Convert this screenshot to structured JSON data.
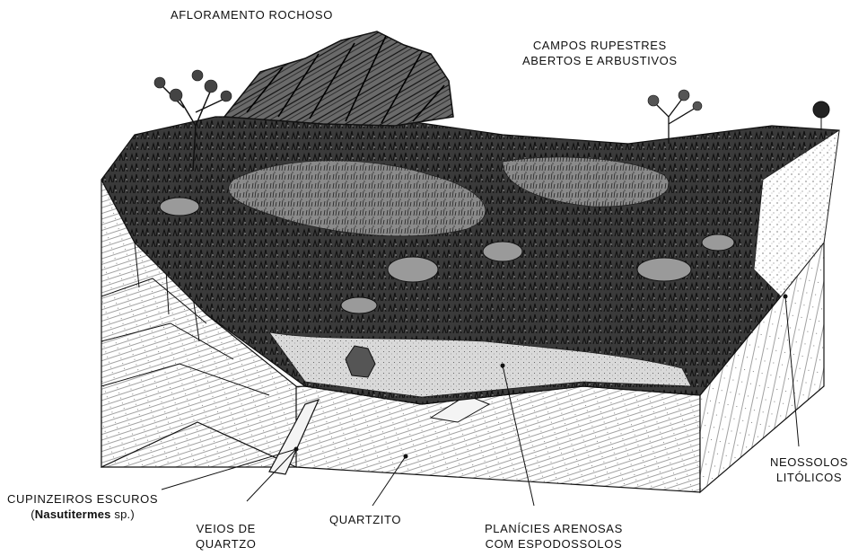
{
  "labels": {
    "afloramento": "AFLORAMENTO ROCHOSO",
    "campos_line1": "CAMPOS RUPESTRES",
    "campos_line2": "ABERTOS E ARBUSTIVOS",
    "cupinzeiros_line1": "CUPINZEIROS ESCUROS",
    "cupinzeiros_genus": "Nasutitermes",
    "cupinzeiros_species": "sp.",
    "veios_line1": "VEIOS DE",
    "veios_line2": "QUARTZO",
    "quartzito": "QUARTZITO",
    "planicies_line1": "PLANÍCIES ARENOSAS",
    "planicies_line2": "COM ESPODOSSOLOS",
    "neossolos_line1": "NEOSSOLOS",
    "neossolos_line2": "LITÓLICOS"
  },
  "colors": {
    "ink": "#111111",
    "paper": "#ffffff",
    "shade": "#2a2a2a"
  }
}
